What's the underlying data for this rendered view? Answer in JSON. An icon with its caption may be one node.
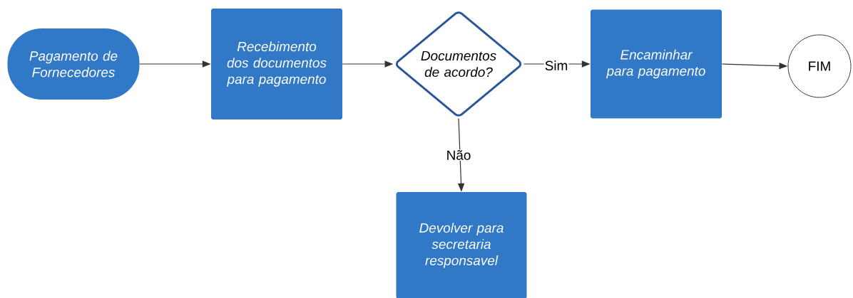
{
  "diagram": {
    "nodes": [
      {
        "text": [
          "Pagamento de Fornecedores"
        ]
      },
      {
        "text": [
          "Recebimento dos documentos para pagamento"
        ]
      },
      {
        "text": [
          "Documentos de acordo?"
        ]
      },
      {
        "text": [
          "Encaminhar para pagamento"
        ]
      },
      {
        "text": [
          "FIM"
        ]
      },
      {
        "text": [
          "Devolver para secretaria responsavel"
        ]
      }
    ],
    "edges": [
      {
        "from": 0,
        "to": 1,
        "arrow": "to"
      },
      {
        "from": 1,
        "to": 2,
        "arrow": "to"
      },
      {
        "from": 2,
        "to": 3,
        "arrow": "to",
        "label": "Sim"
      },
      {
        "from": 3,
        "to": 4,
        "arrow": "to"
      },
      {
        "from": 2,
        "to": 5,
        "arrow": "to",
        "label": "Não"
      }
    ]
  }
}
